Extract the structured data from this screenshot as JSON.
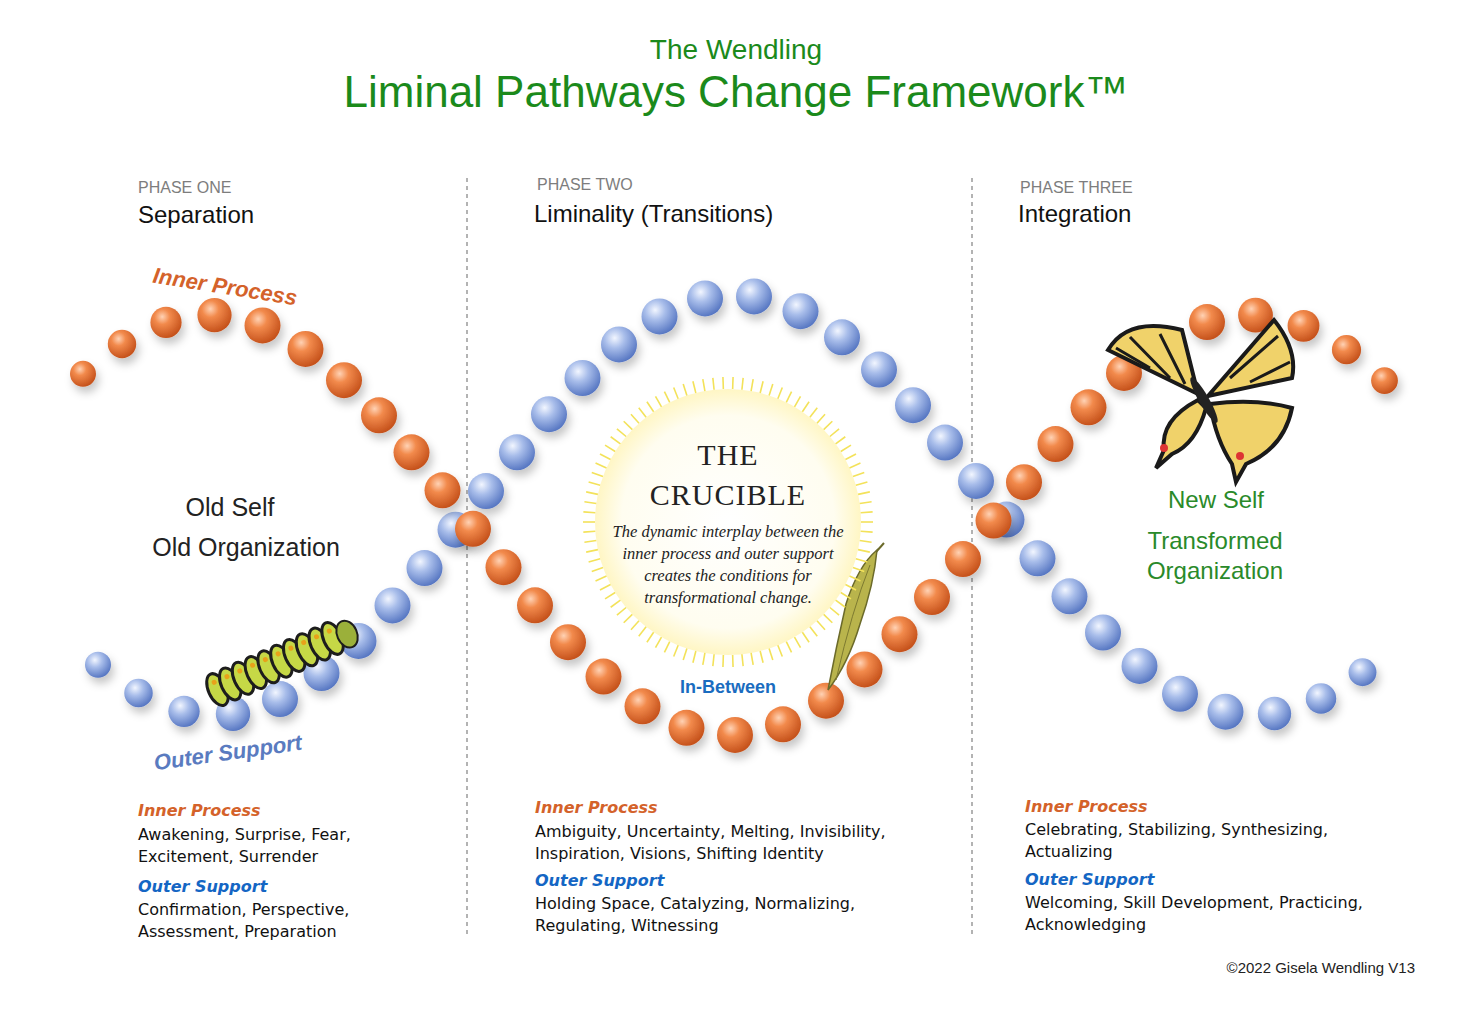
{
  "diagram": {
    "title": "Liminal Pathways Change Framework™",
    "caption": "©2022 Gisela Wendling V13",
    "nodes": [
      {
        "text": [
          "THE CRUCIBLE",
          "The dynamic interplay between the inner process and outer support creates the conditions for transformational change."
        ]
      }
    ],
    "labels": [
      "The Wendling",
      "PHASE ONE",
      "Separation",
      "PHASE TWO",
      "Liminality (Transitions)",
      "PHASE THREE",
      "Integration",
      "Inner Process",
      "Old Self",
      "Old Organization",
      "Outer Support",
      "In-Between",
      "New Self",
      "Transformed Organization",
      "Inner Process",
      "Awakening, Surprise, Fear, Excitement, Surrender",
      "Outer Support",
      "Confirmation, Perspective, Assessment, Preparation",
      "Inner Process",
      "Ambiguity, Uncertainty, Melting, Invisibility, Inspiration, Visions, Shifting Identity",
      "Outer Support",
      "Holding Space, Catalyzing, Normalizing, Regulating, Witnessing",
      "Inner Process",
      "Celebrating, Stabilizing, Synthesizing, Actualizing",
      "Outer Support",
      "Welcoming, Skill Development, Practicing, Acknowledging"
    ]
  }
}
